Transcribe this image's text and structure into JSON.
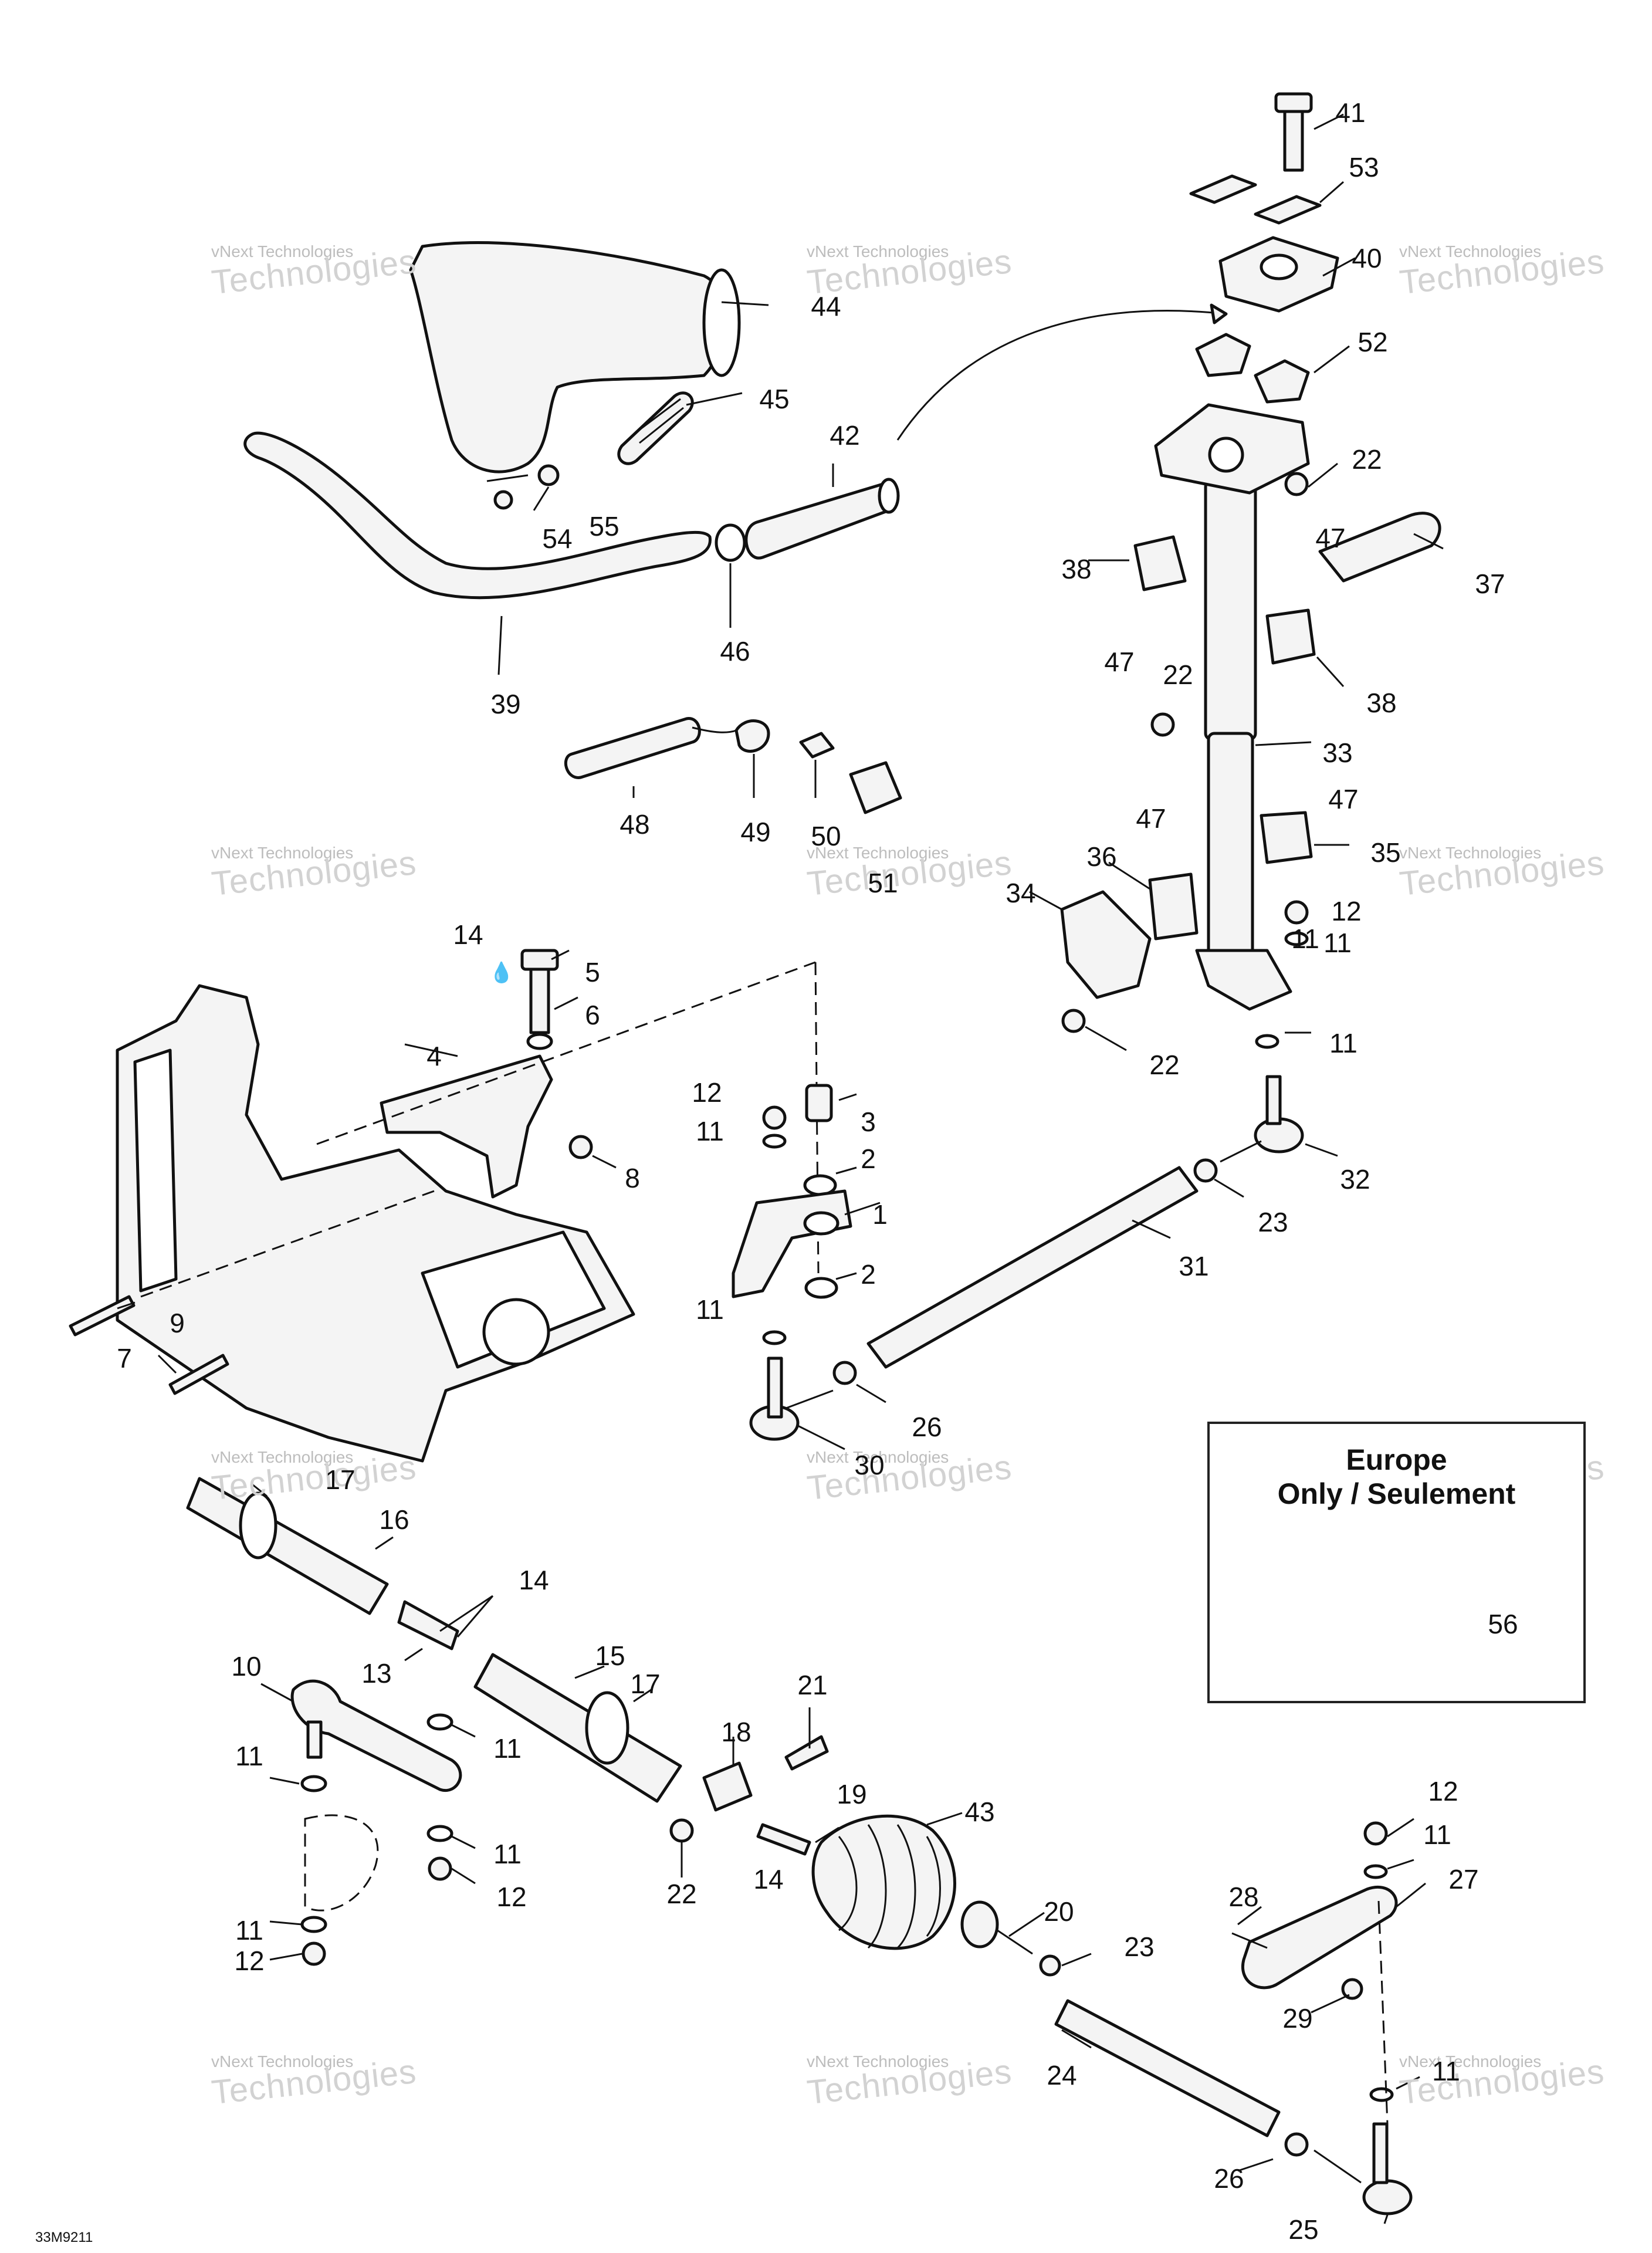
{
  "watermark": {
    "line1": "vNext Technologies",
    "line2": "Technologies"
  },
  "inset": {
    "line1": "Europe",
    "line2": "Only / Seulement",
    "part_number": "56"
  },
  "drawing_code": "33M9211",
  "callouts": [
    "1",
    "2",
    "2",
    "3",
    "4",
    "5",
    "6",
    "7",
    "8",
    "9",
    "10",
    "11",
    "11",
    "11",
    "11",
    "11",
    "11",
    "11",
    "11",
    "11",
    "11",
    "11",
    "12",
    "12",
    "12",
    "12",
    "12",
    "13",
    "14",
    "14",
    "14",
    "15",
    "16",
    "17",
    "17",
    "18",
    "19",
    "20",
    "21",
    "22",
    "22",
    "22",
    "22",
    "23",
    "23",
    "24",
    "25",
    "26",
    "26",
    "27",
    "28",
    "29",
    "30",
    "31",
    "32",
    "33",
    "34",
    "35",
    "36",
    "37",
    "38",
    "38",
    "39",
    "40",
    "41",
    "42",
    "43",
    "44",
    "45",
    "46",
    "47",
    "47",
    "47",
    "47",
    "48",
    "49",
    "50",
    "51",
    "52",
    "53",
    "54",
    "55"
  ]
}
